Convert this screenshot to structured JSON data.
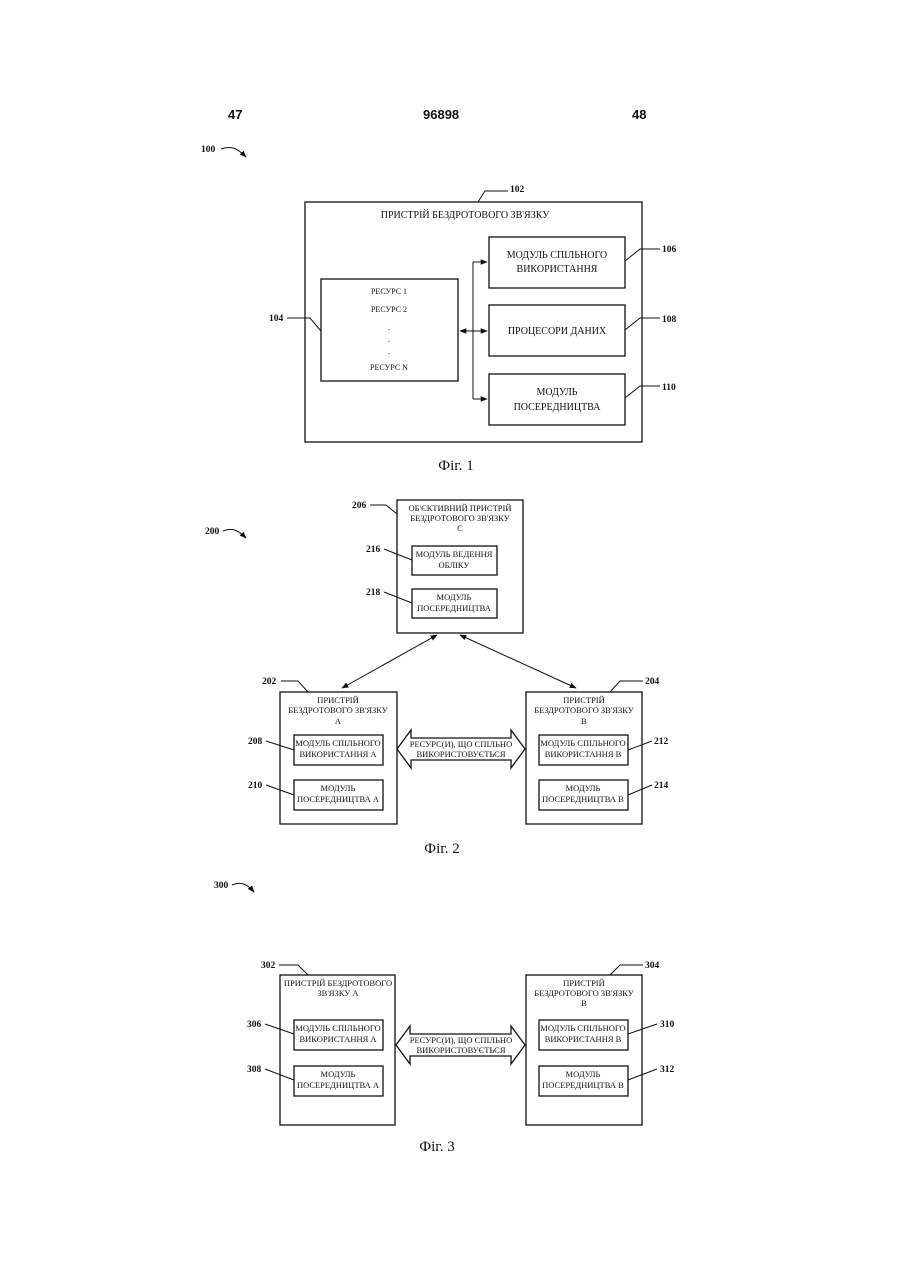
{
  "header": {
    "page_left": "47",
    "patent_number": "96898",
    "page_right": "48"
  },
  "fig1": {
    "ref_figure": "100",
    "device": {
      "ref": "102",
      "title": "ПРИСТРІЙ БЕЗДРОТОВОГО ЗВ'ЯЗКУ"
    },
    "resources": {
      "ref": "104",
      "items": [
        "РЕСУРС 1",
        "РЕСУРС 2",
        ".",
        ".",
        ".",
        "РЕСУРС N"
      ]
    },
    "sharing_module": {
      "ref": "106",
      "line1": "МОДУЛЬ СПІЛЬНОГО",
      "line2": "ВИКОРИСТАННЯ"
    },
    "data_processors": {
      "ref": "108",
      "line1": "ПРОЦЕСОРИ ДАНИХ"
    },
    "broker_module": {
      "ref": "110",
      "line1": "МОДУЛЬ",
      "line2": "ПОСЕРЕДНИЦТВА"
    },
    "caption": "Фіг. 1"
  },
  "fig2": {
    "ref_figure": "200",
    "target": {
      "ref": "206",
      "line1": "ОБ'ЄКТИВНИЙ ПРИСТРІЙ",
      "line2": "БЕЗДРОТОВОГО ЗВ'ЯЗКУ",
      "line3": "С"
    },
    "accounting": {
      "ref": "216",
      "line1": "МОДУЛЬ ВЕДЕННЯ",
      "line2": "ОБЛІКУ"
    },
    "target_broker": {
      "ref": "218",
      "line1": "МОДУЛЬ",
      "line2": "ПОСЕРЕДНИЦТВА"
    },
    "device_a": {
      "ref": "202",
      "line1": "ПРИСТРІЙ",
      "line2": "БЕЗДРОТОВОГО ЗВ'ЯЗКУ",
      "line3": "А"
    },
    "device_b": {
      "ref": "204",
      "line1": "ПРИСТРІЙ",
      "line2": "БЕЗДРОТОВОГО ЗВ'ЯЗКУ",
      "line3": "В"
    },
    "sharing_a": {
      "ref": "208",
      "line1": "МОДУЛЬ СПІЛЬНОГО",
      "line2": "ВИКОРИСТАННЯ А"
    },
    "broker_a": {
      "ref": "210",
      "line1": "МОДУЛЬ",
      "line2": "ПОСЕРЕДНИЦТВА А"
    },
    "sharing_b": {
      "ref": "212",
      "line1": "МОДУЛЬ СПІЛЬНОГО",
      "line2": "ВИКОРИСТАННЯ В"
    },
    "broker_b": {
      "ref": "214",
      "line1": "МОДУЛЬ",
      "line2": "ПОСЕРЕДНИЦТВА В"
    },
    "shared_resources": {
      "line1": "РЕСУРС(И), ЩО СПІЛЬНО",
      "line2": "ВИКОРИСТОВУЄТЬСЯ"
    },
    "caption": "Фіг. 2"
  },
  "fig3": {
    "ref_figure": "300",
    "device_a": {
      "ref": "302",
      "line1": "ПРИСТРІЙ БЕЗДРОТОВОГО",
      "line2": "ЗВ'ЯЗКУ А"
    },
    "device_b": {
      "ref": "304",
      "line1": "ПРИСТРІЙ",
      "line2": "БЕЗДРОТОВОГО ЗВ'ЯЗКУ",
      "line3": "В"
    },
    "sharing_a": {
      "ref": "306",
      "line1": "МОДУЛЬ СПІЛЬНОГО",
      "line2": "ВИКОРИСТАННЯ А"
    },
    "broker_a": {
      "ref": "308",
      "line1": "МОДУЛЬ",
      "line2": "ПОСЕРЕДНИЦТВА А"
    },
    "sharing_b": {
      "ref": "310",
      "line1": "МОДУЛЬ СПІЛЬНОГО",
      "line2": "ВИКОРИСТАННЯ В"
    },
    "broker_b": {
      "ref": "312",
      "line1": "МОДУЛЬ",
      "line2": "ПОСЕРЕДНИЦТВА В"
    },
    "shared_resources": {
      "line1": "РЕСУРС(И), ЩО СПІЛЬНО",
      "line2": "ВИКОРИСТОВУЄТЬСЯ"
    },
    "caption": "Фіг. 3"
  }
}
